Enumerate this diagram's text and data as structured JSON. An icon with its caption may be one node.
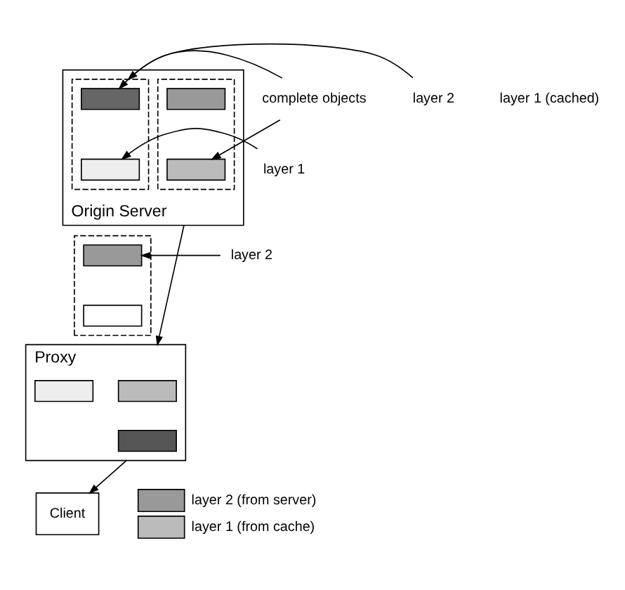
{
  "diagram": {
    "nodes": [
      {
        "text": [
          "Origin Server"
        ]
      },
      {
        "text": [],
        "shape": "box",
        "in": 0
      },
      {
        "text": [],
        "shape": "box",
        "in": 1
      },
      {
        "text": [],
        "shape": "box",
        "in": 1
      },
      {
        "text": [],
        "shape": "box",
        "in": 0
      },
      {
        "text": [],
        "shape": "box",
        "in": 4
      },
      {
        "text": [],
        "shape": "box",
        "in": 4
      },
      {
        "text": [
          "layer 2"
        ]
      },
      {
        "text": [
          "layer 1"
        ]
      },
      {
        "text": [
          "complete objects"
        ]
      },
      {
        "text": [],
        "shape": "box"
      },
      {
        "text": [],
        "shape": "box",
        "in": 10
      },
      {
        "text": [],
        "shape": "box",
        "in": 10
      },
      {
        "text": [
          "layer 2"
        ]
      },
      {
        "text": [
          "Proxy"
        ]
      },
      {
        "text": [],
        "shape": "box",
        "in": 14
      },
      {
        "text": [],
        "shape": "box",
        "in": 14
      },
      {
        "text": [],
        "shape": "box",
        "in": 14
      },
      {
        "text": [
          "layer 1 (cached)"
        ]
      },
      {
        "text": [
          "Client"
        ]
      }
    ],
    "edges": [
      {
        "from": 7,
        "to": 2,
        "arrow": "to"
      },
      {
        "from": 8,
        "to": 3,
        "arrow": "to"
      },
      {
        "from": 9,
        "to": 6,
        "arrow": "to"
      },
      {
        "from": 9,
        "to": 1,
        "arrow": "to"
      },
      {
        "from": 0,
        "to": 14,
        "arrow": "to"
      },
      {
        "from": 13,
        "to": 11,
        "arrow": "to"
      },
      {
        "from": 14,
        "to": 19,
        "arrow": "to"
      }
    ],
    "legend": [
      {
        "text": "layer 2 (from server)"
      },
      {
        "text": "layer 1 (from cache)"
      }
    ]
  }
}
